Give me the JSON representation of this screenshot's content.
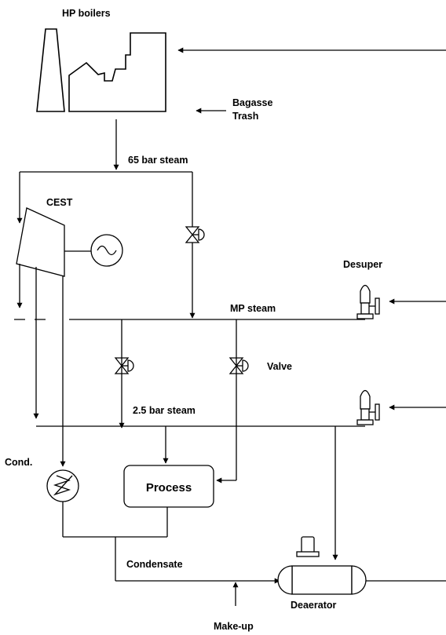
{
  "labels": {
    "hp_boilers": "HP boilers",
    "bagasse": "Bagasse",
    "trash": "Trash",
    "steam_65bar": "65 bar steam",
    "cest": "CEST",
    "desuper": "Desuper",
    "mp_steam": "MP steam",
    "valve": "Valve",
    "steam_2_5bar": "2.5 bar steam",
    "cond": "Cond.",
    "process": "Process",
    "condensate": "Condensate",
    "deaerator": "Deaerator",
    "make_up": "Make-up"
  }
}
